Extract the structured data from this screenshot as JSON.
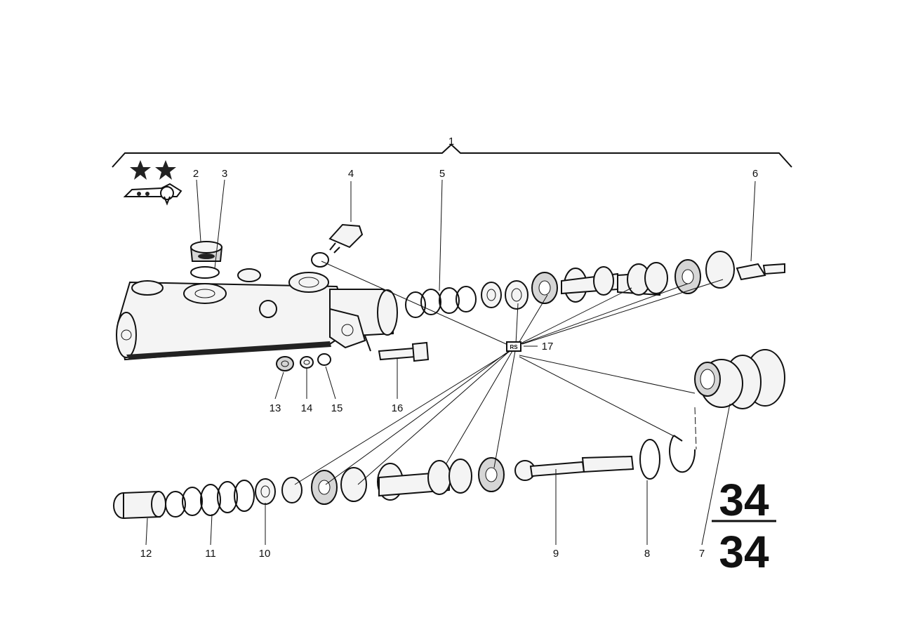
{
  "callouts": {
    "c1": "1",
    "c2": "2",
    "c3": "3",
    "c4": "4",
    "c5": "5",
    "c6": "6",
    "c7": "7",
    "c8": "8",
    "c9": "9",
    "c10": "10",
    "c11": "11",
    "c12": "12",
    "c13": "13",
    "c14": "14",
    "c15": "15",
    "c16": "16",
    "c17": "17"
  },
  "repair_set_box": "RS",
  "group_code": {
    "top": "34",
    "bottom": "34"
  },
  "icons": [
    "star-icon",
    "star-icon",
    "vehicle-silhouette-icon"
  ],
  "colors": {
    "ink": "#111111",
    "paper": "#ffffff"
  }
}
